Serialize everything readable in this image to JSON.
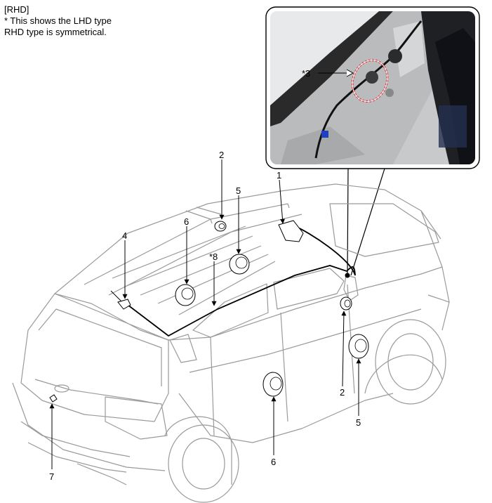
{
  "note": {
    "line1": "[RHD]",
    "line2": "* This shows the LHD type",
    "line3": "RHD type is symmetrical."
  },
  "inset": {
    "callout": "*3"
  },
  "callouts": {
    "c1": "1",
    "c2_roof": "2",
    "c5_roof": "5",
    "c6_roof": "6",
    "c4": "4",
    "c8": "*8",
    "c2_door": "2",
    "c5_door": "5",
    "c6_door": "6",
    "c7": "7"
  },
  "colors": {
    "line": "#000000",
    "car_outline": "#9a9a9a",
    "highlight_ring": "#d8323a",
    "photo_bg": "#c7c9cb"
  }
}
